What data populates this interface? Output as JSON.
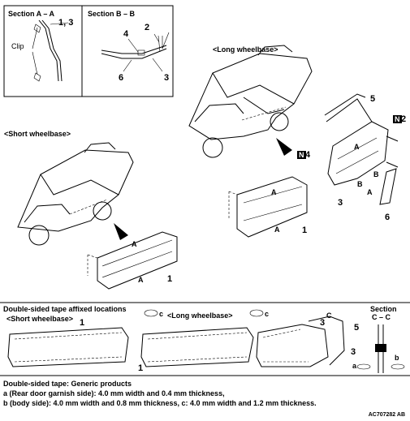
{
  "sections": {
    "section_aa": {
      "title": "Section A – A",
      "callout": "1, 3",
      "clip_label": "Clip"
    },
    "section_bb": {
      "title": "Section B – B",
      "labels": [
        "4",
        "2",
        "6",
        "3"
      ]
    }
  },
  "views": {
    "long_wheelbase_label": "<Long wheelbase>",
    "short_wheelbase_label": "<Short wheelbase>"
  },
  "long_parts": {
    "p5": "5",
    "p2": "2",
    "p4": "4",
    "p3": "3",
    "p6": "6",
    "p1": "1",
    "n_badge": "N"
  },
  "short_parts": {
    "p1": "1"
  },
  "section_markers": {
    "a": "A",
    "b": "B",
    "c": "C"
  },
  "tape": {
    "heading": "Double-sided tape affixed locations",
    "short_label": "<Short wheelbase>",
    "long_label": "<Long wheelbase>",
    "section_cc_title": "Section",
    "section_cc_sub": "C – C",
    "labels": {
      "one_a": "1",
      "one_b": "1",
      "three": "3",
      "c1": "c",
      "c2": "c",
      "c3": "C",
      "five": "5",
      "three_b": "3",
      "a": "a",
      "b": "b"
    }
  },
  "notes": {
    "line1": "Double-sided tape: Generic products",
    "line2": "a (Rear door garnish side): 4.0 mm width and 0.4 mm thickness,",
    "line3": "b (body side): 4.0 mm width and 0.8 mm thickness, c: 4.0 mm width and 1.2 mm thickness."
  },
  "figure_id": "AC707282 AB"
}
